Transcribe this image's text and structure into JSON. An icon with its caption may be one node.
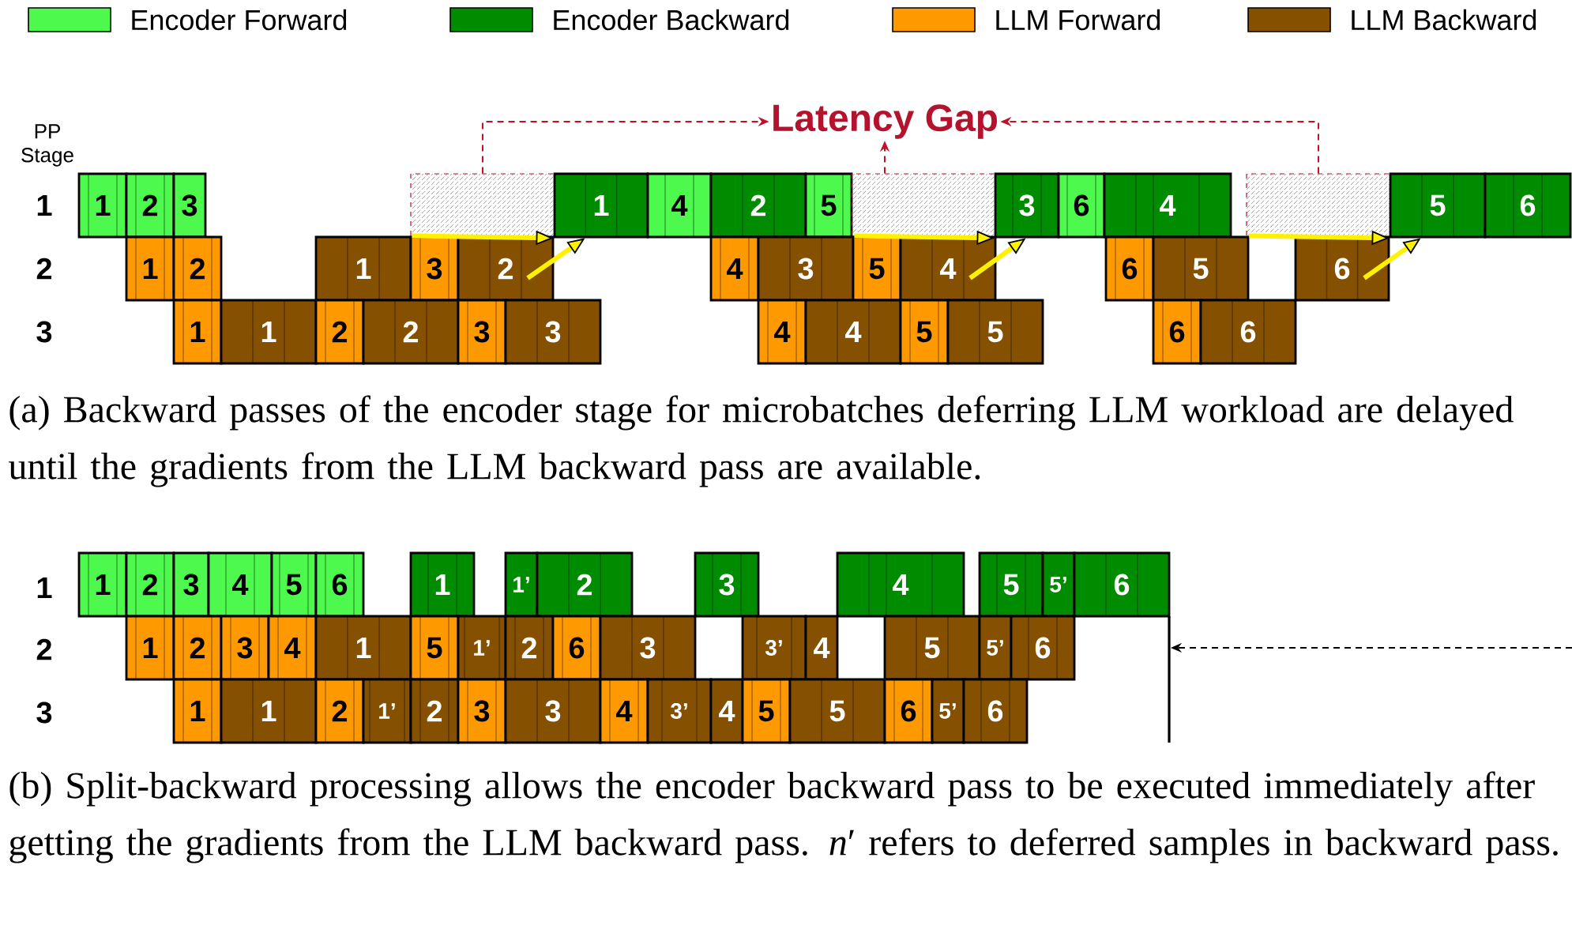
{
  "diagram": {
    "nodes": [
      {
        "text": [
          "Latency Gap"
        ]
      },
      {
        "text": [
          "1"
        ]
      },
      {
        "text": [
          "2"
        ]
      },
      {
        "text": [
          "3"
        ]
      },
      {
        "text": [],
        "shape": "box"
      },
      {
        "text": [
          "1"
        ]
      },
      {
        "text": [
          "4"
        ]
      },
      {
        "text": [
          "2"
        ]
      },
      {
        "text": [
          "5"
        ]
      },
      {
        "text": [],
        "shape": "box"
      },
      {
        "text": [
          "3"
        ]
      },
      {
        "text": [
          "6"
        ]
      },
      {
        "text": [
          "4"
        ]
      },
      {
        "text": [],
        "shape": "box"
      },
      {
        "text": [
          "5"
        ]
      },
      {
        "text": [
          "6"
        ]
      },
      {
        "text": [
          "1"
        ]
      },
      {
        "text": [
          "2"
        ]
      },
      {
        "text": [
          "1"
        ]
      },
      {
        "text": [
          "3"
        ]
      },
      {
        "text": [
          "2"
        ]
      },
      {
        "text": [
          "4"
        ]
      },
      {
        "text": [
          "3"
        ]
      },
      {
        "text": [
          "5"
        ]
      },
      {
        "text": [
          "4"
        ]
      },
      {
        "text": [
          "6"
        ]
      },
      {
        "text": [
          "5"
        ]
      },
      {
        "text": [
          "6"
        ]
      },
      {
        "text": [
          "1"
        ]
      },
      {
        "text": [
          "1"
        ]
      },
      {
        "text": [
          "2"
        ]
      },
      {
        "text": [
          "2"
        ]
      },
      {
        "text": [
          "3"
        ]
      },
      {
        "text": [
          "3"
        ]
      },
      {
        "text": [
          "4"
        ]
      },
      {
        "text": [
          "4"
        ]
      },
      {
        "text": [
          "5"
        ]
      },
      {
        "text": [
          "5"
        ]
      },
      {
        "text": [
          "6"
        ]
      },
      {
        "text": [
          "6"
        ]
      },
      {
        "text": [
          "1"
        ]
      },
      {
        "text": [
          "2"
        ]
      },
      {
        "text": [
          "3"
        ]
      },
      {
        "text": [
          "4"
        ]
      },
      {
        "text": [
          "5"
        ]
      },
      {
        "text": [
          "6"
        ]
      },
      {
        "text": [
          "1"
        ]
      },
      {
        "text": [
          "1’"
        ]
      },
      {
        "text": [
          "2"
        ]
      },
      {
        "text": [
          "3"
        ]
      },
      {
        "text": [
          "4"
        ]
      },
      {
        "text": [
          "5"
        ]
      },
      {
        "text": [
          "5’"
        ]
      },
      {
        "text": [
          "6"
        ]
      },
      {
        "text": [
          "1"
        ]
      },
      {
        "text": [
          "2"
        ]
      },
      {
        "text": [
          "3"
        ]
      },
      {
        "text": [
          "4"
        ]
      },
      {
        "text": [
          "1"
        ]
      },
      {
        "text": [
          "5"
        ]
      },
      {
        "text": [
          "1’"
        ]
      },
      {
        "text": [
          "2"
        ]
      },
      {
        "text": [
          "6"
        ]
      },
      {
        "text": [
          "3"
        ]
      },
      {
        "text": [
          "3’"
        ]
      },
      {
        "text": [
          "4"
        ]
      },
      {
        "text": [
          "5"
        ]
      },
      {
        "text": [
          "5’"
        ]
      },
      {
        "text": [
          "6"
        ]
      },
      {
        "text": [
          "1"
        ]
      },
      {
        "text": [
          "1"
        ]
      },
      {
        "text": [
          "2"
        ]
      },
      {
        "text": [
          "1’"
        ]
      },
      {
        "text": [
          "2"
        ]
      },
      {
        "text": [
          "3"
        ]
      },
      {
        "text": [
          "3"
        ]
      },
      {
        "text": [
          "4"
        ]
      },
      {
        "text": [
          "3’"
        ]
      },
      {
        "text": [
          "4"
        ]
      },
      {
        "text": [
          "5"
        ]
      },
      {
        "text": [
          "5"
        ]
      },
      {
        "text": [
          "6"
        ]
      },
      {
        "text": [
          "5’"
        ]
      },
      {
        "text": [
          "6"
        ]
      },
      {
        "text": [],
        "shape": "bar"
      }
    ],
    "edges": [
      {
        "from": 18,
        "to": 5,
        "arrow": "to"
      },
      {
        "from": 20,
        "to": 5,
        "arrow": "to"
      },
      {
        "from": 22,
        "to": 10,
        "arrow": "to"
      },
      {
        "from": 24,
        "to": 10,
        "arrow": "to"
      },
      {
        "from": 26,
        "to": 14,
        "arrow": "to"
      },
      {
        "from": 27,
        "to": 14,
        "arrow": "to"
      },
      {
        "from": 4,
        "to": 0,
        "arrow": "to",
        "style": "dashed",
        "color": "#c0102a"
      },
      {
        "from": 9,
        "to": 0,
        "arrow": "to",
        "style": "dashed",
        "color": "#c0102a"
      },
      {
        "from": 13,
        "to": 0,
        "arrow": "to",
        "style": "dashed",
        "color": "#c0102a"
      },
      {
        "from": null,
        "to": 84,
        "arrow": "to",
        "style": "dashed",
        "color": "#000000"
      }
    ],
    "labels": [
      "PP Stage",
      "1",
      "2",
      "3",
      "(a) Backward passes of the encoder stage for microbatches deferring LLM workload are delayed until the gradients from the LLM backward pass are available.",
      "1",
      "2",
      "3",
      "(b) Split-backward processing allows the encoder backward pass to be executed immediately after getting the gradients from the LLM backward pass. *n*′ refers to deferred samples in backward pass."
    ],
    "legend": [
      {
        "text": "Encoder Forward",
        "color": "#4cf94c"
      },
      {
        "text": "Encoder Backward",
        "color": "#008c00"
      },
      {
        "text": "LLM Forward",
        "color": "#ff9900"
      },
      {
        "text": "LLM Backward",
        "color": "#855000"
      }
    ]
  }
}
